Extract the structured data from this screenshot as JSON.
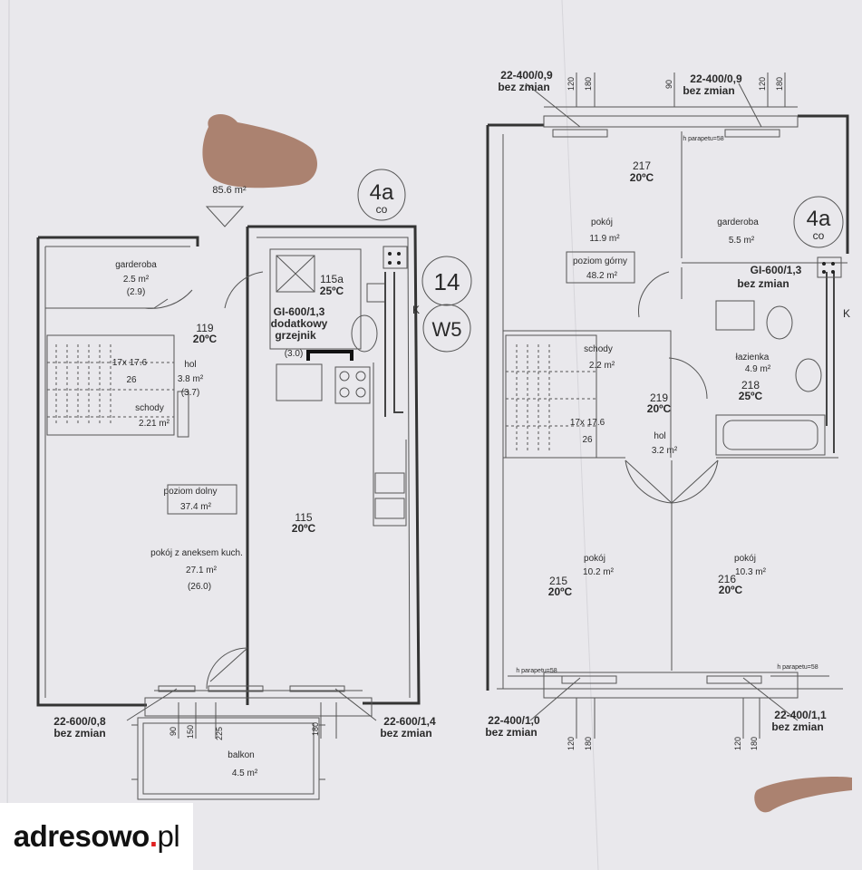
{
  "left_floor": {
    "garderoba": {
      "name": "garderoba",
      "area": "2.5 m²",
      "sub": "(2.9)"
    },
    "room119": {
      "num": "119",
      "temp": "20ºC"
    },
    "hol": {
      "name": "hol",
      "area": "3.8 m²",
      "sub": "(3.7)"
    },
    "stairs": {
      "dims": "17x 17.6",
      "count": "26",
      "name": "schody",
      "area": "2.21 m²"
    },
    "bath115a": {
      "num": "115a",
      "temp": "25ºC"
    },
    "heater": {
      "line1": "GI-600/1,3",
      "line2": "dodatkowy",
      "line3": "grzejnik",
      "sub": "(3.0)"
    },
    "poziom": {
      "name": "poziom dolny",
      "area": "37.4 m²"
    },
    "room115": {
      "num": "115",
      "temp": "20ºC"
    },
    "kitchen": {
      "name": "pokój z aneksem kuch.",
      "area": "27.1 m²",
      "sub": "(26.0)"
    },
    "balkon": {
      "name": "balkon",
      "area": "4.5 m²"
    },
    "rad_left": {
      "code": "22-600/0,8",
      "note": "bez zmian"
    },
    "rad_right": {
      "code": "22-600/1,4",
      "note": "bez zmian"
    },
    "top_area": "85.6 m²",
    "badge_4a": {
      "main": "4a",
      "sub": "co"
    },
    "badge_14": "14",
    "badge_w5": "W5",
    "dims": {
      "d90": "90",
      "d150": "150",
      "d225": "225",
      "d180": "180"
    }
  },
  "right_floor": {
    "rad_top_left": {
      "code": "22-400/0,9",
      "note": "bez zmian"
    },
    "rad_top_right": {
      "code": "22-400/0,9",
      "note": "bez zmian"
    },
    "parapet_top": "h parapetu=58",
    "room217": {
      "num": "217",
      "temp": "20ºC"
    },
    "pokoj_top": {
      "name": "pokój",
      "area": "11.9 m²"
    },
    "poziom": {
      "name": "poziom górny",
      "area": "48.2 m²"
    },
    "garderoba": {
      "name": "garderoba",
      "area": "5.5 m²"
    },
    "badge_4a": {
      "main": "4a",
      "sub": "co"
    },
    "heater": {
      "code": "GI-600/1,3",
      "note": "bez zmian"
    },
    "lazienka": {
      "name": "łazienka",
      "area": "4.9 m²"
    },
    "room218": {
      "num": "218",
      "temp": "25ºC"
    },
    "schody": {
      "name": "schody",
      "area": "2.2 m²"
    },
    "room219": {
      "num": "219",
      "temp": "20ºC"
    },
    "stairs": {
      "dims": "17x 17.6",
      "count": "26"
    },
    "hol": {
      "name": "hol",
      "area": "3.2 m²"
    },
    "pokoj_left": {
      "name": "pokój",
      "area": "10.2 m²"
    },
    "room215": {
      "num": "215",
      "temp": "20ºC"
    },
    "pokoj_right": {
      "name": "pokój",
      "area": "10.3 m²"
    },
    "room216": {
      "num": "216",
      "temp": "20ºC"
    },
    "parapet_bl": "h parapetu=58",
    "parapet_br": "h parapetu=58",
    "rad_bottom_left": {
      "code": "22-400/1,0",
      "note": "bez zmian"
    },
    "rad_bottom_right": {
      "code": "22-400/1,1",
      "note": "bez zmian"
    },
    "dims": {
      "d90": "90",
      "d120": "120",
      "d180": "180"
    }
  },
  "logo": {
    "brand": "adresowo",
    "dot": ".",
    "tld": "pl"
  },
  "colors": {
    "paper": "#e9e8ec",
    "ink": "#333333",
    "smudge": "#a0705a",
    "logo_dot": "#e02020"
  }
}
